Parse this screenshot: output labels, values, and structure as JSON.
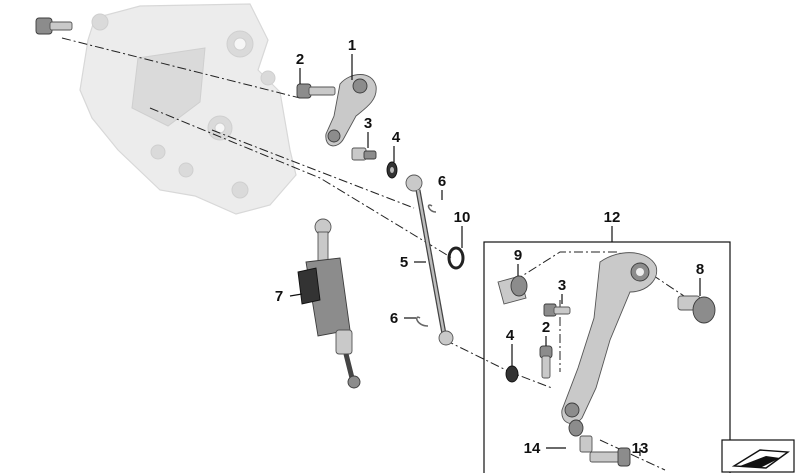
{
  "callouts": {
    "c1": "1",
    "c2a": "2",
    "c2b": "2",
    "c3a": "3",
    "c3b": "3",
    "c4a": "4",
    "c4b": "4",
    "c5": "5",
    "c6a": "6",
    "c6b": "6",
    "c7": "7",
    "c8": "8",
    "c9": "9",
    "c10": "10",
    "c12": "12",
    "c13": "13",
    "c14": "14"
  },
  "icons": {
    "corner_badge": "part-symbol-icon"
  },
  "colors": {
    "ink": "#111111",
    "ghost_bracket": "#ececec",
    "metal": "#c9c9c9"
  }
}
